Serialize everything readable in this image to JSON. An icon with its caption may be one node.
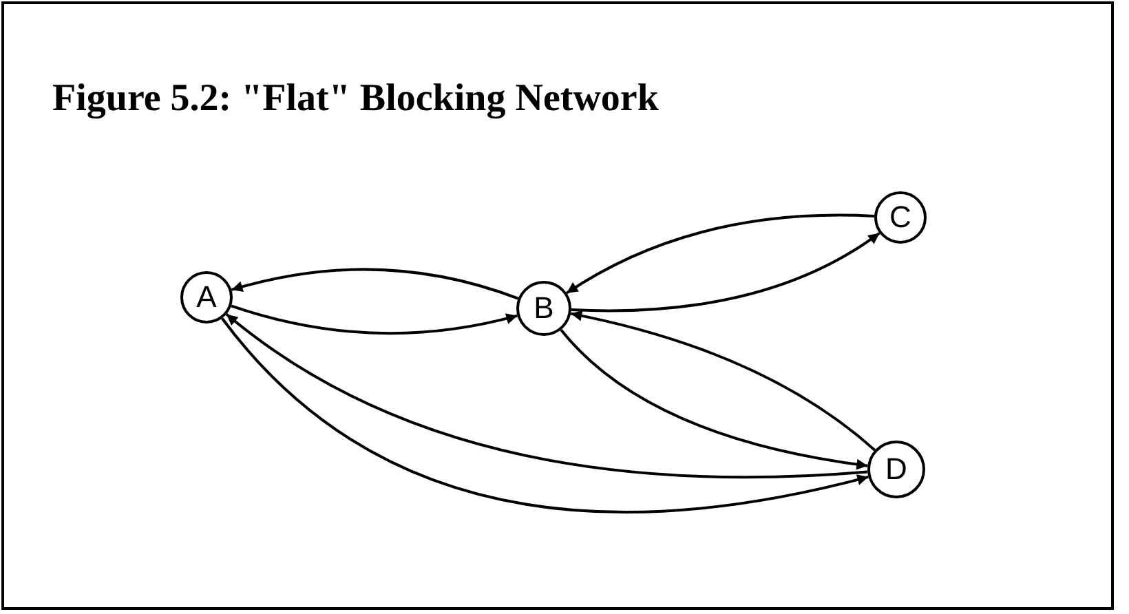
{
  "diagram": {
    "title": "Figure 5.2: \"Flat\" Blocking Network",
    "nodes": [
      {
        "text": [
          "A"
        ]
      },
      {
        "text": [
          "B"
        ]
      },
      {
        "text": [
          "C"
        ]
      },
      {
        "text": [
          "D"
        ]
      }
    ],
    "edges": [
      {
        "from": 1,
        "to": 0,
        "arrow": "to"
      },
      {
        "from": 0,
        "to": 1,
        "arrow": "to"
      },
      {
        "from": 1,
        "to": 2,
        "arrow": "to"
      },
      {
        "from": 2,
        "to": 1,
        "arrow": "to"
      },
      {
        "from": 1,
        "to": 3,
        "arrow": "to"
      },
      {
        "from": 3,
        "to": 1,
        "arrow": "to"
      },
      {
        "from": 3,
        "to": 0,
        "arrow": "to"
      },
      {
        "from": 0,
        "to": 3,
        "arrow": "to"
      }
    ]
  }
}
